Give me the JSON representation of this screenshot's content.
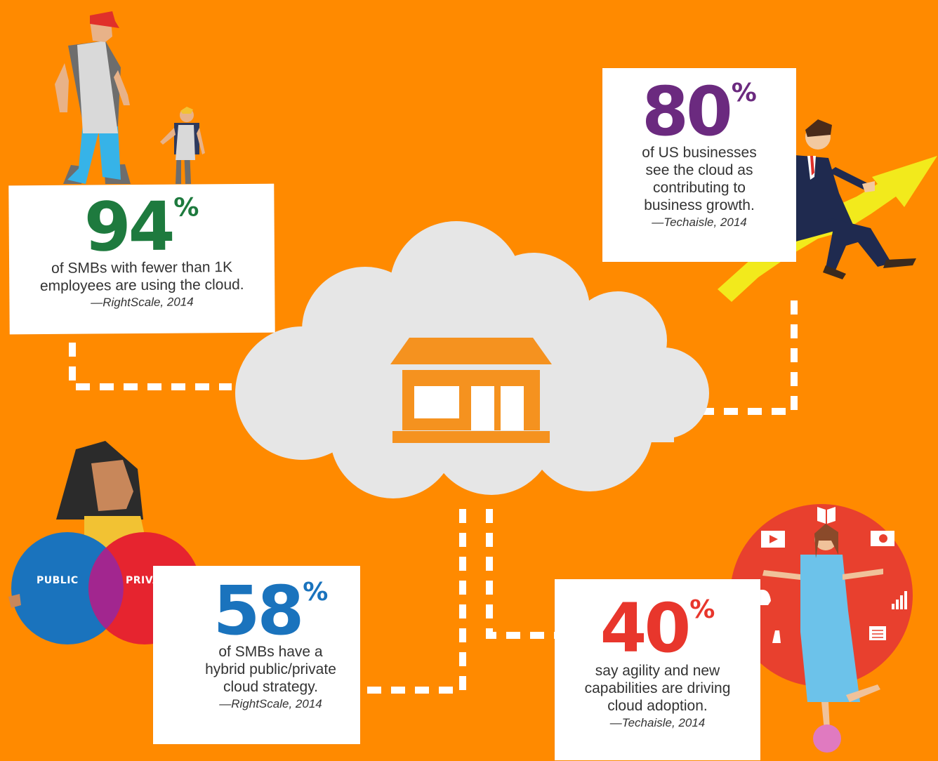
{
  "colors": {
    "background": "#ff8a00",
    "green": "#1e7a3e",
    "purple": "#6b2a7f",
    "blue": "#1a73bd",
    "red": "#e8362c",
    "cloud": "#e6e6e6",
    "store": "#f5921f",
    "public_circle": "#1a73bd",
    "private_circle": "#e6242f",
    "overlap": "#a2268f",
    "arrow": "#f2ea1c"
  },
  "stats": [
    {
      "value": "94",
      "unit": "%",
      "description": [
        "of SMBs with fewer than 1K",
        "employees are using the cloud."
      ],
      "source": "—RightScale, 2014"
    },
    {
      "value": "80",
      "unit": "%",
      "description": [
        "of US businesses",
        "see the cloud as",
        "contributing to",
        "business growth."
      ],
      "source": "—Techaisle, 2014"
    },
    {
      "value": "58",
      "unit": "%",
      "description": [
        "of SMBs have a",
        "hybrid public/private",
        "cloud strategy."
      ],
      "source": "—RightScale, 2014"
    },
    {
      "value": "40",
      "unit": "%",
      "description": [
        "say agility and new",
        "capabilities are driving",
        "cloud adoption."
      ],
      "source": "—Techaisle, 2014"
    }
  ],
  "venn": {
    "left_label": "PUBLIC",
    "right_label": "PRIVATE"
  },
  "icons": {
    "center": "store-icon",
    "around_woman": [
      "video-play-icon",
      "map-icon",
      "camera-icon",
      "game-controller-icon",
      "chart-icon",
      "touch-icon",
      "calendar-icon"
    ]
  }
}
